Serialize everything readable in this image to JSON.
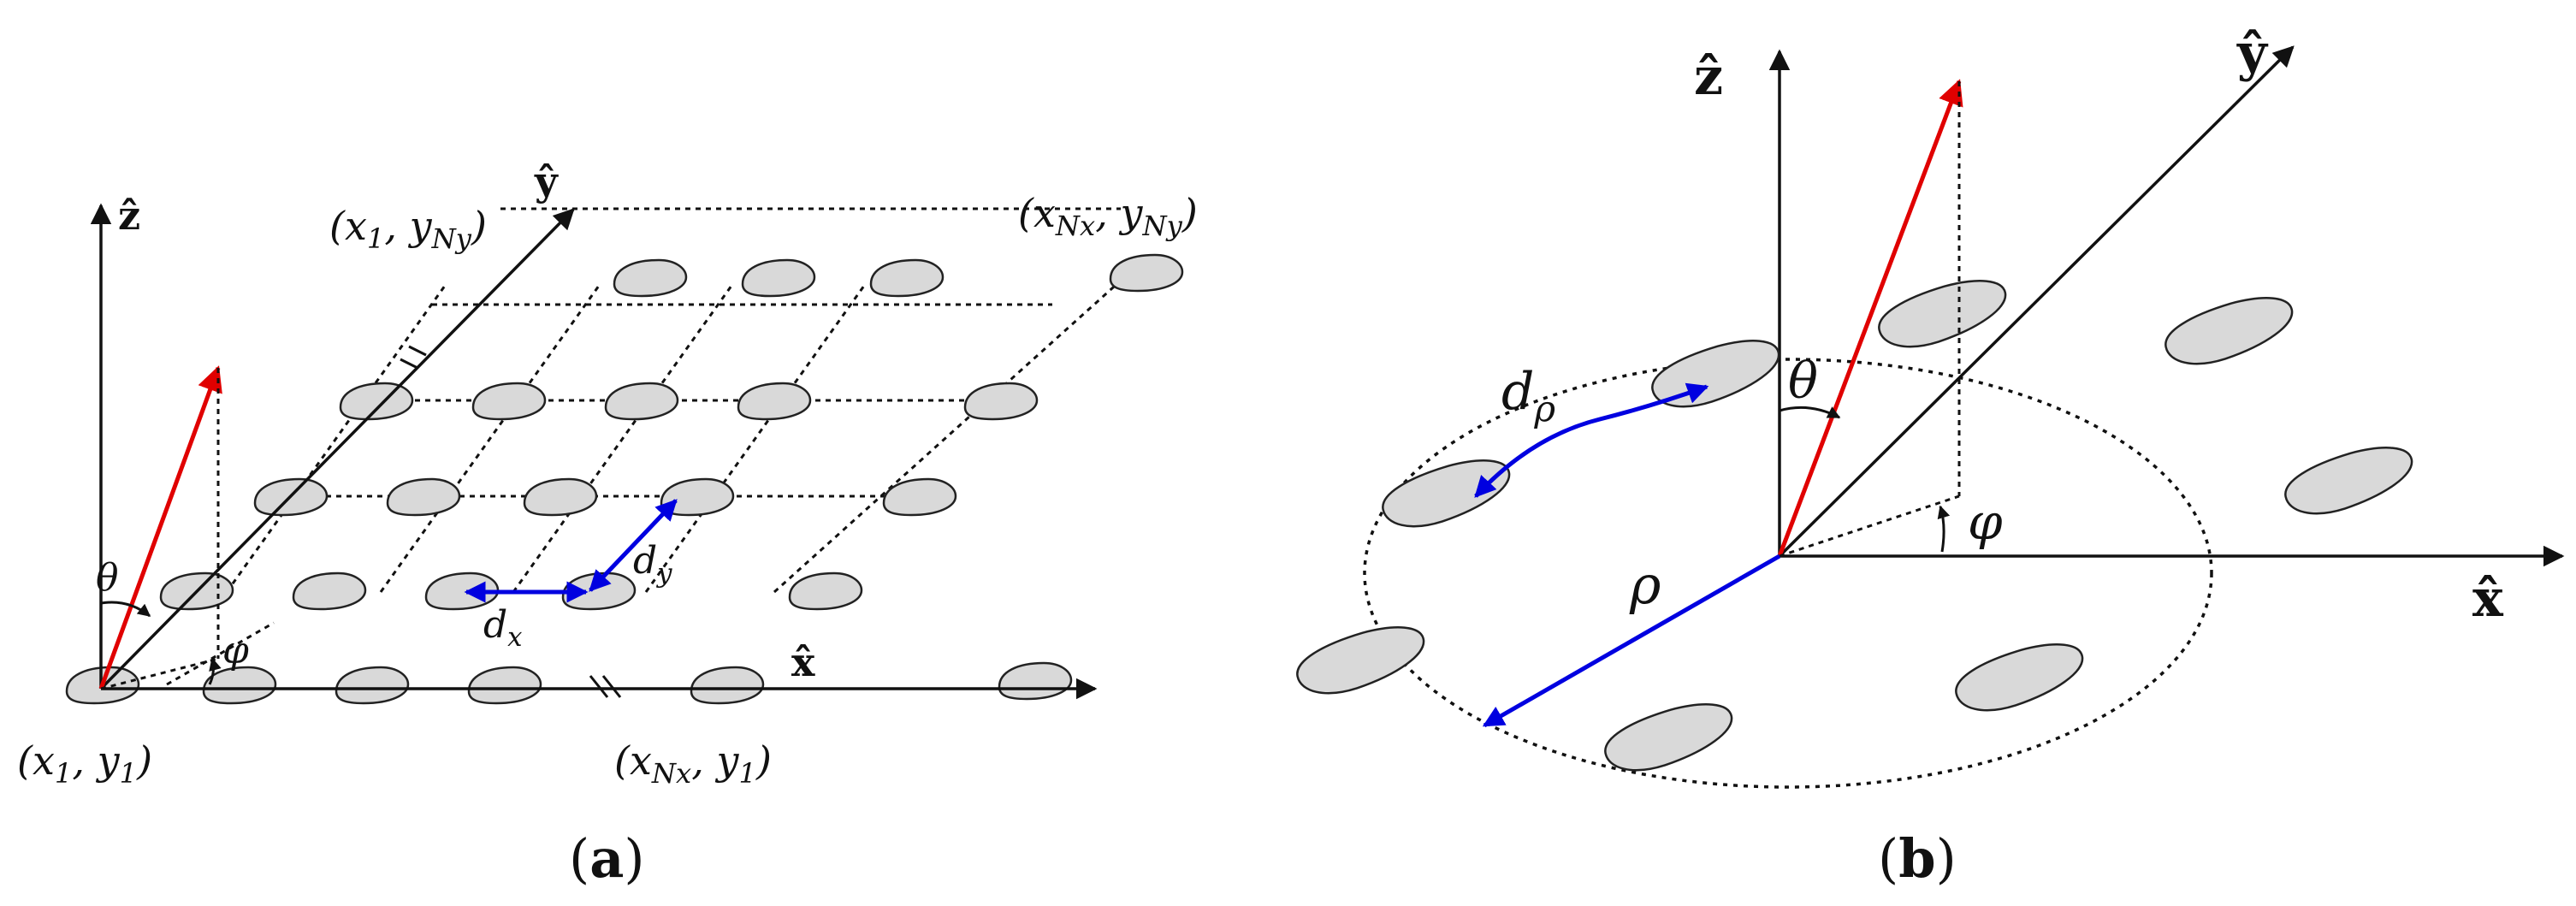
{
  "panel_a": {
    "axis_x": "x̂",
    "axis_y": "ŷ",
    "axis_z": "ẑ",
    "theta": "θ",
    "phi": "φ",
    "dx": "d",
    "dx_sub": "x",
    "dy": "d",
    "dy_sub": "y",
    "corner_bl": "(x",
    "corner_bl_sub1": "1",
    "corner_bl_mid": ", y",
    "corner_bl_sub2": "1",
    "corner_bl_end": ")",
    "corner_br": "(x",
    "corner_br_sub1": "Nx",
    "corner_br_mid": ", y",
    "corner_br_sub2": "1",
    "corner_br_end": ")",
    "corner_tl": "(x",
    "corner_tl_sub1": "1",
    "corner_tl_mid": ", y",
    "corner_tl_sub2": "Ny",
    "corner_tl_end": ")",
    "corner_tr": "(x",
    "corner_tr_sub1": "Nx",
    "corner_tr_mid": ", y",
    "corner_tr_sub2": "Ny",
    "corner_tr_end": ")",
    "caption_open": "(",
    "caption_letter": "a",
    "caption_close": ")"
  },
  "panel_b": {
    "axis_x": "x̂",
    "axis_y": "ŷ",
    "axis_z": "ẑ",
    "theta": "θ",
    "phi": "φ",
    "rho": "ρ",
    "drho": "d",
    "drho_sub": "ρ",
    "caption_open": "(",
    "caption_letter": "b",
    "caption_close": ")"
  },
  "colors": {
    "ray": "#e00000",
    "spacing": "#0000e0",
    "element_fill": "#d9d9d9"
  }
}
